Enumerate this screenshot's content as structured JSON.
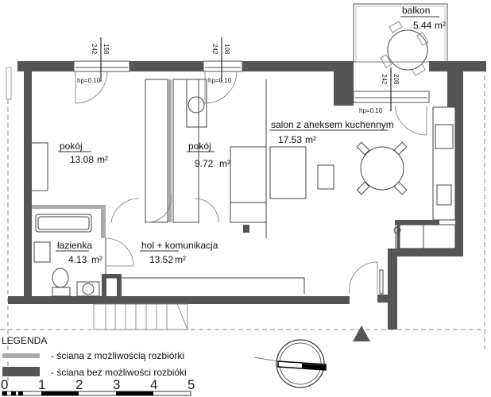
{
  "rooms": [
    {
      "name": "pokój",
      "area": "13.08",
      "unit": "m²"
    },
    {
      "name": "pokój",
      "area": "9.72",
      "unit": "m²"
    },
    {
      "name": "salon z aneksem kuchennym",
      "area": "17.53",
      "unit": "m²"
    },
    {
      "name": "łazienka",
      "area": "4.13",
      "unit": "m²"
    },
    {
      "name": "hol + komunikacja",
      "area": "13.52",
      "unit": "m²"
    },
    {
      "name": "balkon",
      "area": "5.44",
      "unit": "m²"
    }
  ],
  "windows": [
    {
      "h1": "242",
      "h2": "158",
      "hp": "hp=0.10"
    },
    {
      "h1": "242",
      "h2": "108",
      "hp": "hp=0.10"
    },
    {
      "h1": "242",
      "h2": "208",
      "hp": "hp=0.10"
    }
  ],
  "legend": {
    "title": "LEGENDA",
    "items": [
      {
        "label": "- ściana z możliwością rozbiórki",
        "color": "#aaaaaa"
      },
      {
        "label": "- ściana bez możliwości rozbióki",
        "color": "#555555"
      }
    ]
  },
  "scale": {
    "ticks": [
      "0",
      "1",
      "2",
      "3",
      "4",
      "5"
    ],
    "unit": "m"
  },
  "colors": {
    "wall_fixed": "#555555",
    "wall_removable": "#aaaaaa"
  }
}
